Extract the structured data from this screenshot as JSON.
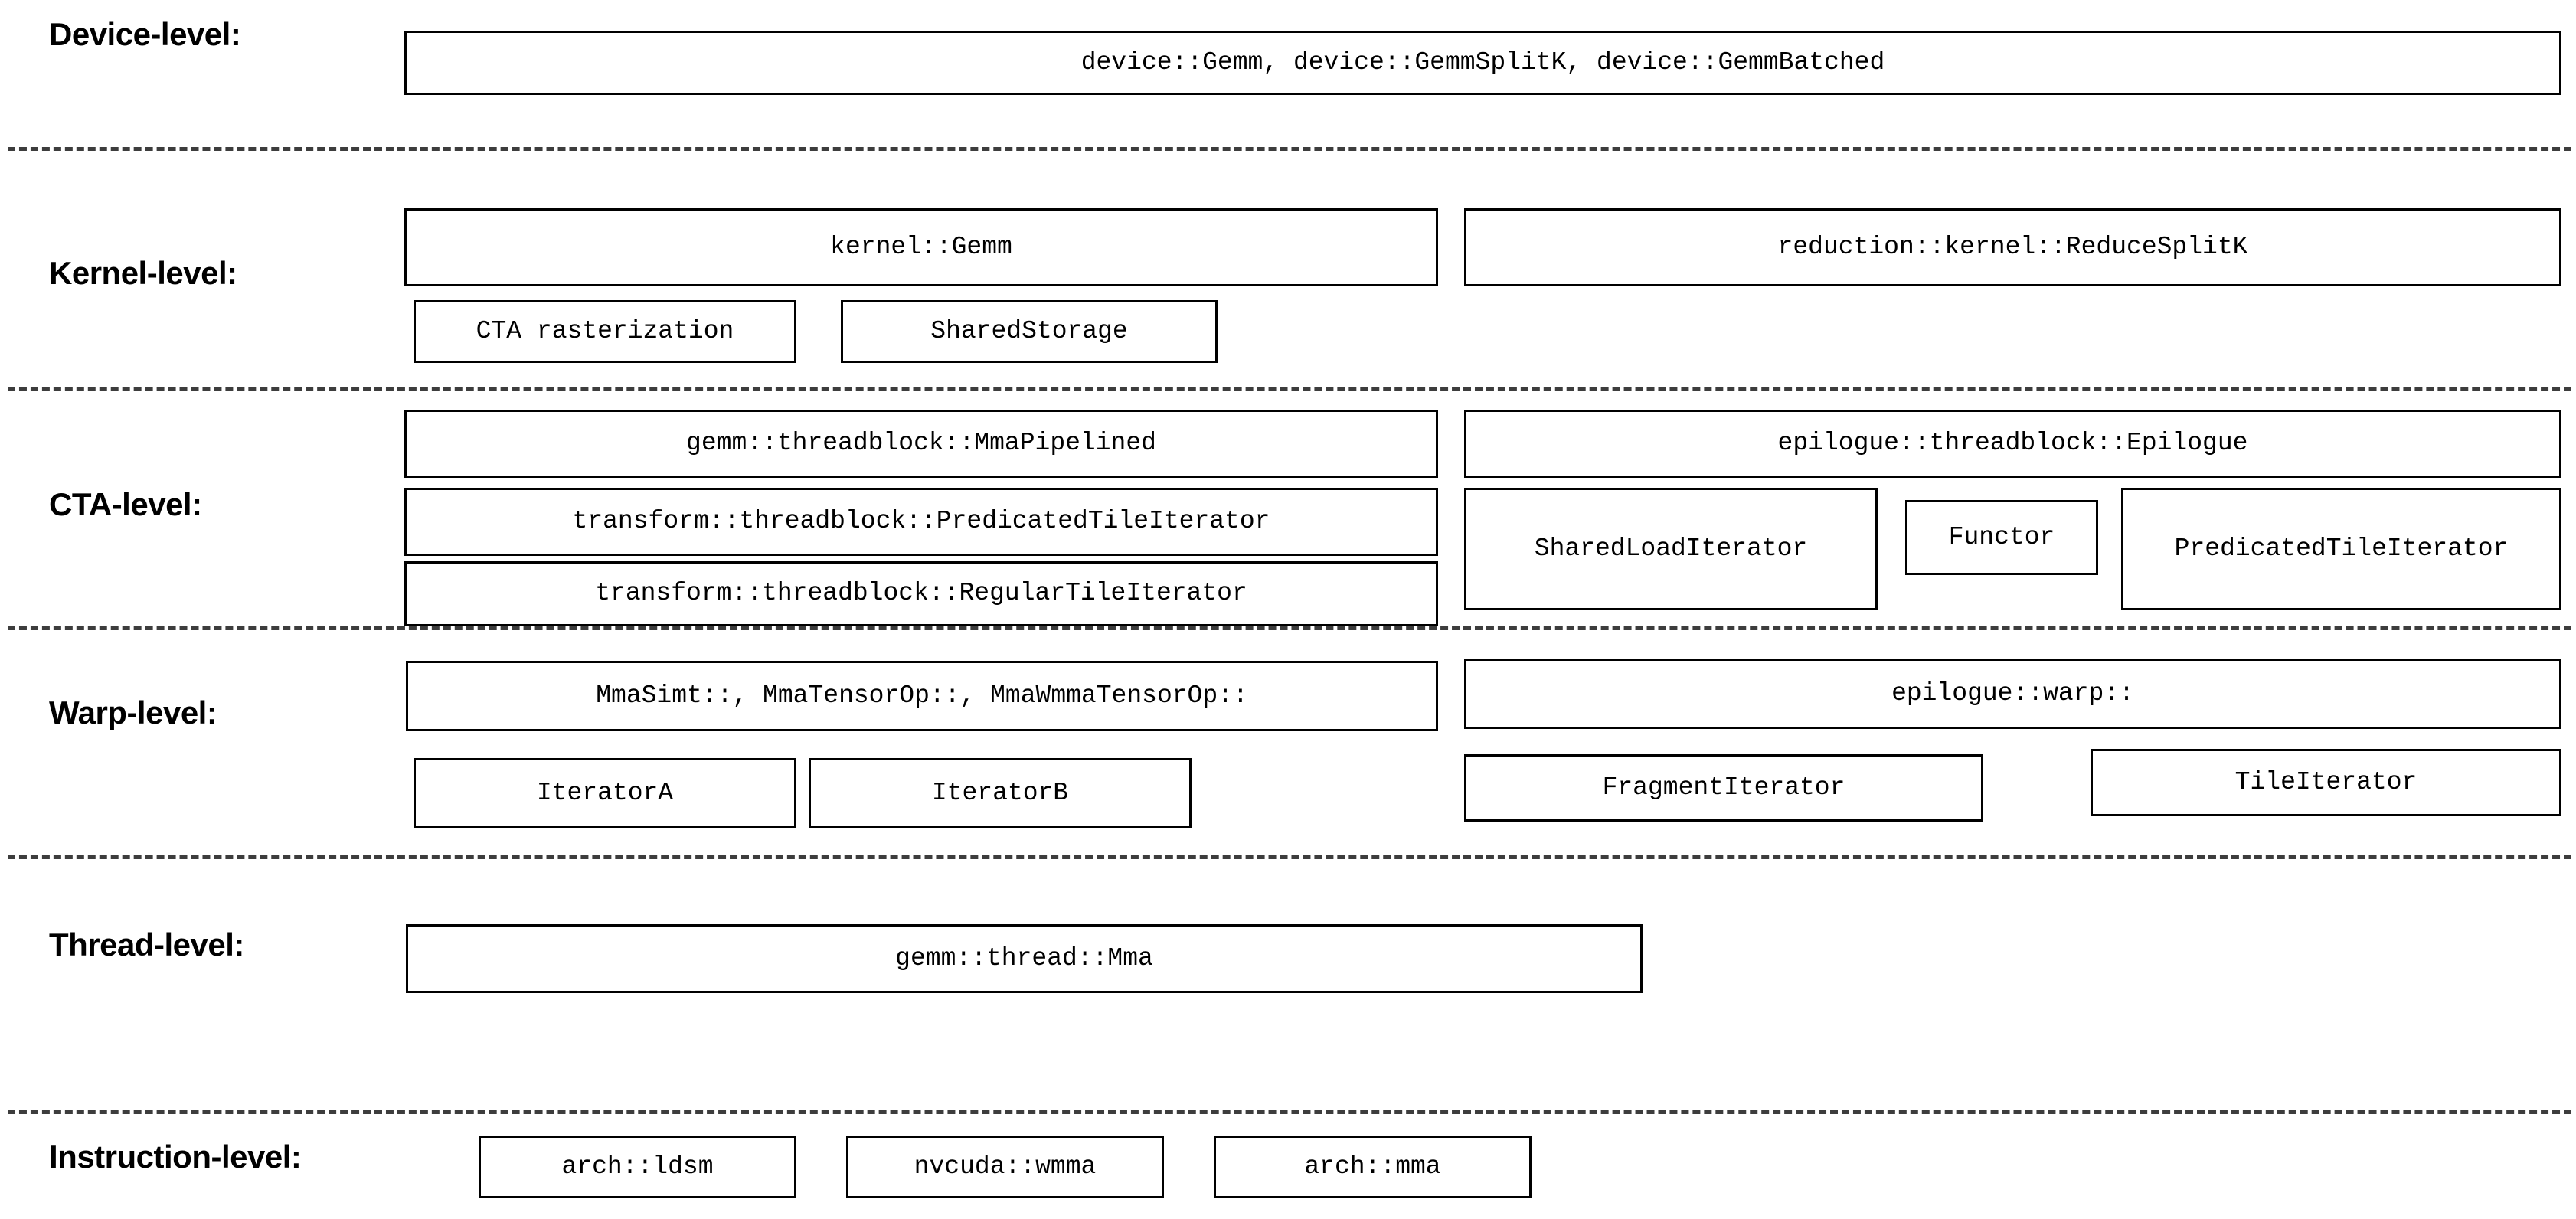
{
  "diagram": {
    "title": "CUTLASS GEMM hierarchy levels",
    "background_color": "#ffffff",
    "box_border_color": "#000000",
    "separator_color": "#3d3d3d",
    "levels": [
      {
        "label": "Device-level:",
        "boxes": [
          {
            "text": "device::Gemm, device::GemmSplitK, device::GemmBatched"
          }
        ]
      },
      {
        "label": "Kernel-level:",
        "boxes": [
          {
            "text": "kernel::Gemm"
          },
          {
            "text": "reduction::kernel::ReduceSplitK"
          },
          {
            "text": "CTA rasterization"
          },
          {
            "text": "SharedStorage"
          }
        ]
      },
      {
        "label": "CTA-level:",
        "boxes": [
          {
            "text": "gemm::threadblock::MmaPipelined"
          },
          {
            "text": "epilogue::threadblock::Epilogue"
          },
          {
            "text": "transform::threadblock::PredicatedTileIterator"
          },
          {
            "text": "SharedLoadIterator"
          },
          {
            "text": "Functor"
          },
          {
            "text": "PredicatedTileIterator"
          },
          {
            "text": "transform::threadblock::RegularTileIterator"
          }
        ]
      },
      {
        "label": "Warp-level:",
        "boxes": [
          {
            "text": "MmaSimt::, MmaTensorOp::, MmaWmmaTensorOp::"
          },
          {
            "text": "epilogue::warp::"
          },
          {
            "text": "IteratorA"
          },
          {
            "text": "IteratorB"
          },
          {
            "text": "FragmentIterator"
          },
          {
            "text": "TileIterator"
          }
        ]
      },
      {
        "label": "Thread-level:",
        "boxes": [
          {
            "text": "gemm::thread::Mma"
          }
        ]
      },
      {
        "label": "Instruction-level:",
        "boxes": [
          {
            "text": "arch::ldsm"
          },
          {
            "text": "nvcuda::wmma"
          },
          {
            "text": "arch::mma"
          }
        ]
      }
    ]
  }
}
